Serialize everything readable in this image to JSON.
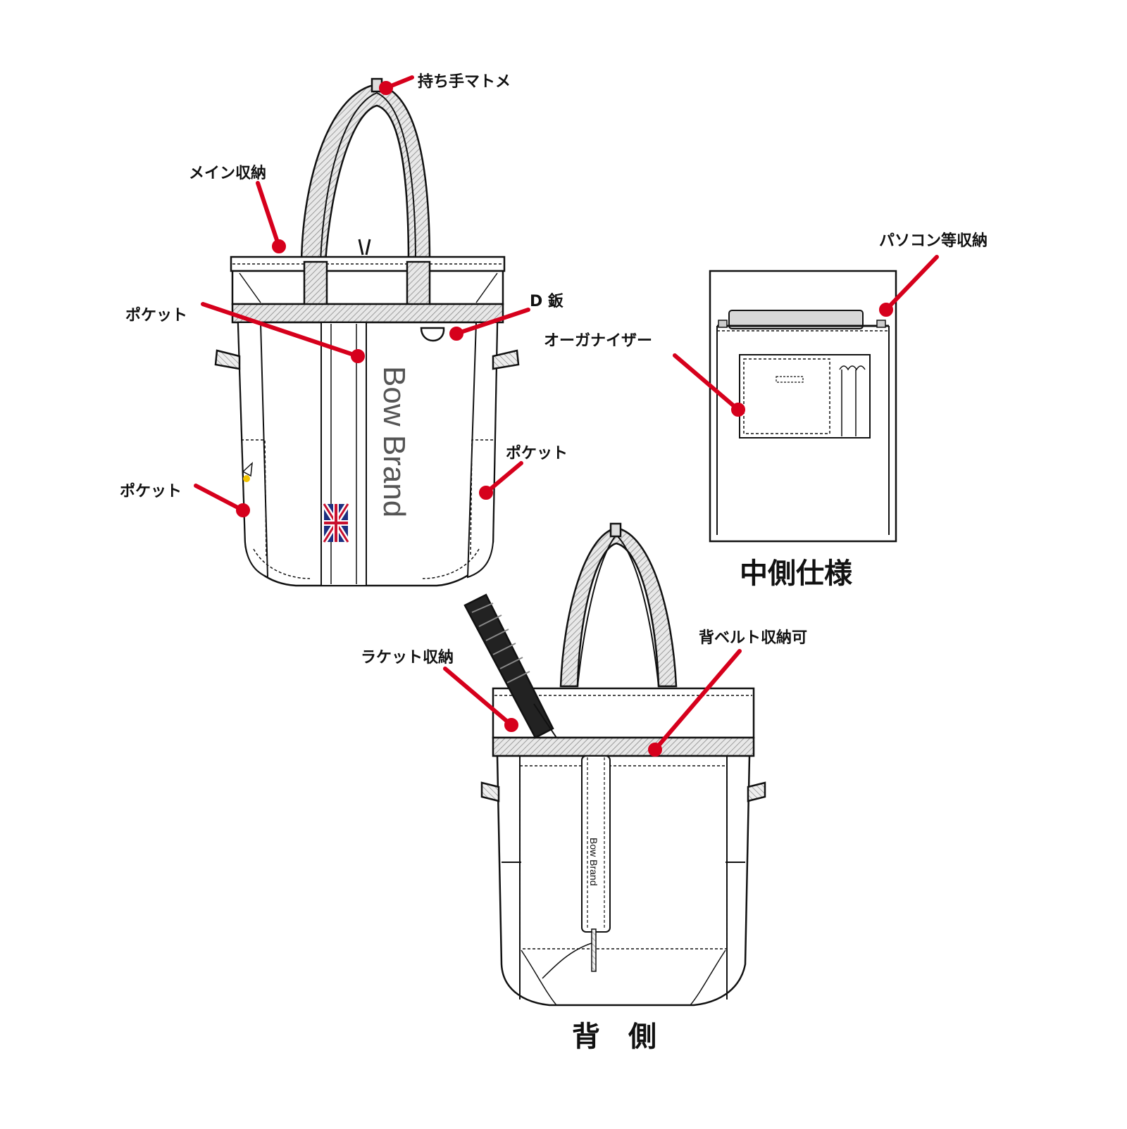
{
  "labels": {
    "handle_bind": "持ち手マトメ",
    "main_storage": "メイン収納",
    "pocket_front": "ポケット",
    "d_ring": "D 鈑",
    "pocket_right": "ポケット",
    "pocket_left": "ポケット",
    "pc_storage": "パソコン等収納",
    "organizer": "オーガナイザー",
    "inner_spec": "中側仕様",
    "racket_storage": "ラケット収納",
    "back_belt": "背ベルト収納可",
    "back_side": "背　側"
  },
  "brand": {
    "name": "Bow Brand"
  },
  "colors": {
    "leader": "#d6001c",
    "outline": "#111111",
    "hatch": "#9a9a9a"
  }
}
